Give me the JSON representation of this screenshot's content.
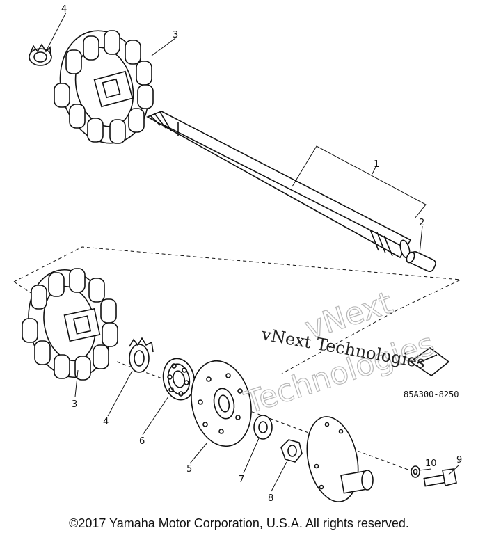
{
  "callouts": {
    "c1": "1",
    "c2": "2",
    "c3_top": "3",
    "c4_top": "4",
    "c3_bottom": "3",
    "c4_bottom": "4",
    "c5": "5",
    "c6": "6",
    "c7": "7",
    "c8": "8",
    "c9": "9",
    "c10": "10"
  },
  "diagram_code": "85A300-8250",
  "watermark": {
    "line1": "vNext Technologies",
    "line2a": "vNext",
    "line2b": "Technologies"
  },
  "copyright": "©2017 Yamaha Motor Corporation, U.S.A. All rights reserved."
}
